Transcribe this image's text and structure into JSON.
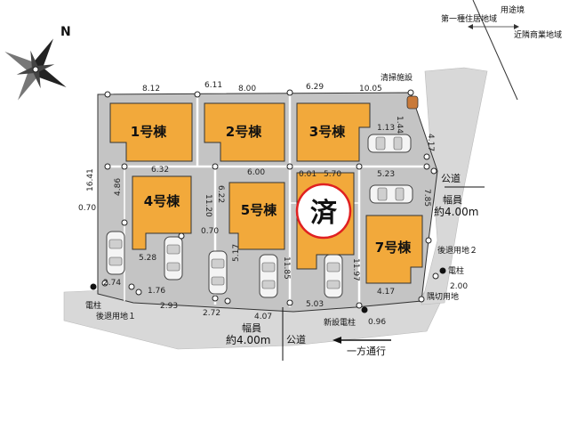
{
  "compass": {
    "north": "N"
  },
  "zoning": {
    "title": "用途境",
    "left": "第一種住居地域",
    "right": "近隣商業地域"
  },
  "facilities": {
    "cleaning": "清掃施設",
    "pole_left": "電柱",
    "pole_right": "電柱",
    "new_pole": "新設電柱",
    "setback_left": "後退用地１",
    "setback_right": "後退用地２",
    "corner_cut": "隅切用地"
  },
  "roads": {
    "bottom_label": "公道",
    "bottom_width_title": "幅員",
    "bottom_width": "約4.00m",
    "right_label": "公道",
    "right_width_title": "幅員",
    "right_width": "約4.00m",
    "one_way": "一方通行"
  },
  "houses": [
    {
      "label": "1号棟"
    },
    {
      "label": "2号棟"
    },
    {
      "label": "3号棟"
    },
    {
      "label": "4号棟"
    },
    {
      "label": "5号棟"
    },
    {
      "label": "7号棟"
    }
  ],
  "sold_badge": "済",
  "dimensions": {
    "d1": "8.12",
    "d2": "6.11",
    "d3": "8.00",
    "d4": "6.29",
    "d5": "10.05",
    "d6": "1.44",
    "d7": "1.13",
    "d8": "4.17",
    "d9": "6.32",
    "d10": "6.00",
    "d11": "0.01",
    "d12": "5.70",
    "d13": "5.23",
    "d14": "7.85",
    "d15": "16.41",
    "d16": "4.86",
    "d17": "0.70",
    "d18": "6.22",
    "d19": "11.20",
    "d20": "0.70",
    "d21": "5.28",
    "d22": "5.17",
    "d23": "11.85",
    "d24": "11.97",
    "d25": "2.74",
    "d26": "1.76",
    "d27": "2.93",
    "d28": "2.72",
    "d29": "4.07",
    "d30": "5.03",
    "d31": "0.96",
    "d32": "4.17",
    "d33": "2.00"
  },
  "colors": {
    "house_fill": "#f2a93b",
    "parcel_gray": "#bfbfbf",
    "road_gray": "#d6d6d6",
    "badge_red": "#e02020"
  }
}
